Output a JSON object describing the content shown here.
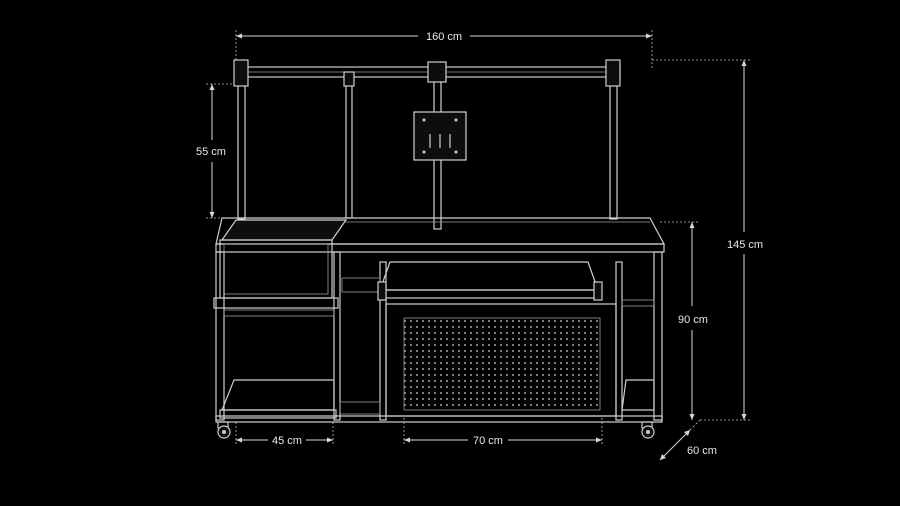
{
  "dimensions": {
    "total_width": "160 cm",
    "top_section_height": "55 cm",
    "total_height": "145 cm",
    "counter_height": "90 cm",
    "depth": "60 cm",
    "left_bay_width": "45 cm",
    "center_bay_width": "70 cm"
  },
  "colors": {
    "background": "#000000",
    "lines": "#cfcfcf",
    "text": "#e8e8e8"
  }
}
